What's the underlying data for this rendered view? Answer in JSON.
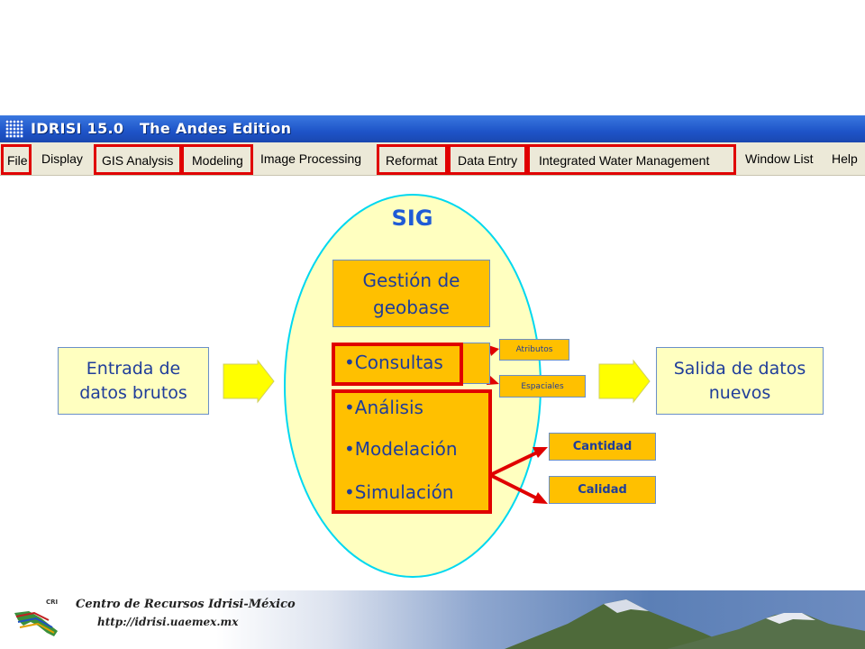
{
  "window": {
    "title": "IDRISI 15.0   The Andes Edition"
  },
  "menu": {
    "items": [
      {
        "label": "File",
        "highlighted": true
      },
      {
        "label": "Display",
        "highlighted": false
      },
      {
        "label": "GIS Analysis",
        "highlighted": true
      },
      {
        "label": "Modeling",
        "highlighted": true
      },
      {
        "label": "Image Processing",
        "highlighted": false
      },
      {
        "label": "Reformat",
        "highlighted": true
      },
      {
        "label": "Data Entry",
        "highlighted": true
      },
      {
        "label": "Integrated Water Management",
        "highlighted": true
      },
      {
        "label": "Window List",
        "highlighted": false
      },
      {
        "label": "Help",
        "highlighted": false
      }
    ]
  },
  "diagram": {
    "title": "SIG",
    "input_box": "Entrada de datos brutos",
    "output_box": "Salida de datos nuevos",
    "geobase_box": "Gestión de geobase",
    "consultas": "•Consultas",
    "analysis_items": [
      "•Análisis",
      "•Modelación",
      "•Simulación"
    ],
    "query_outputs": [
      "Atributos",
      "Espaciales"
    ],
    "analysis_outputs": [
      "Cantidad",
      "Calidad"
    ]
  },
  "footer": {
    "org_name": "Centro de Recursos Idrisi-México",
    "url": "http://idrisi.uaemex.mx",
    "logo_text": "CRI"
  },
  "colors": {
    "title_bar": "#1e54c8",
    "menu_bg": "#ece9d8",
    "highlight": "#e00000",
    "box_fill": "#ffffc0",
    "gold_fill": "#ffc000",
    "ellipse_fill": "#ffffc0",
    "ellipse_stroke": "#00d8f0",
    "arrow_fill": "#ffff00",
    "text_blue": "#1f3d9a"
  }
}
